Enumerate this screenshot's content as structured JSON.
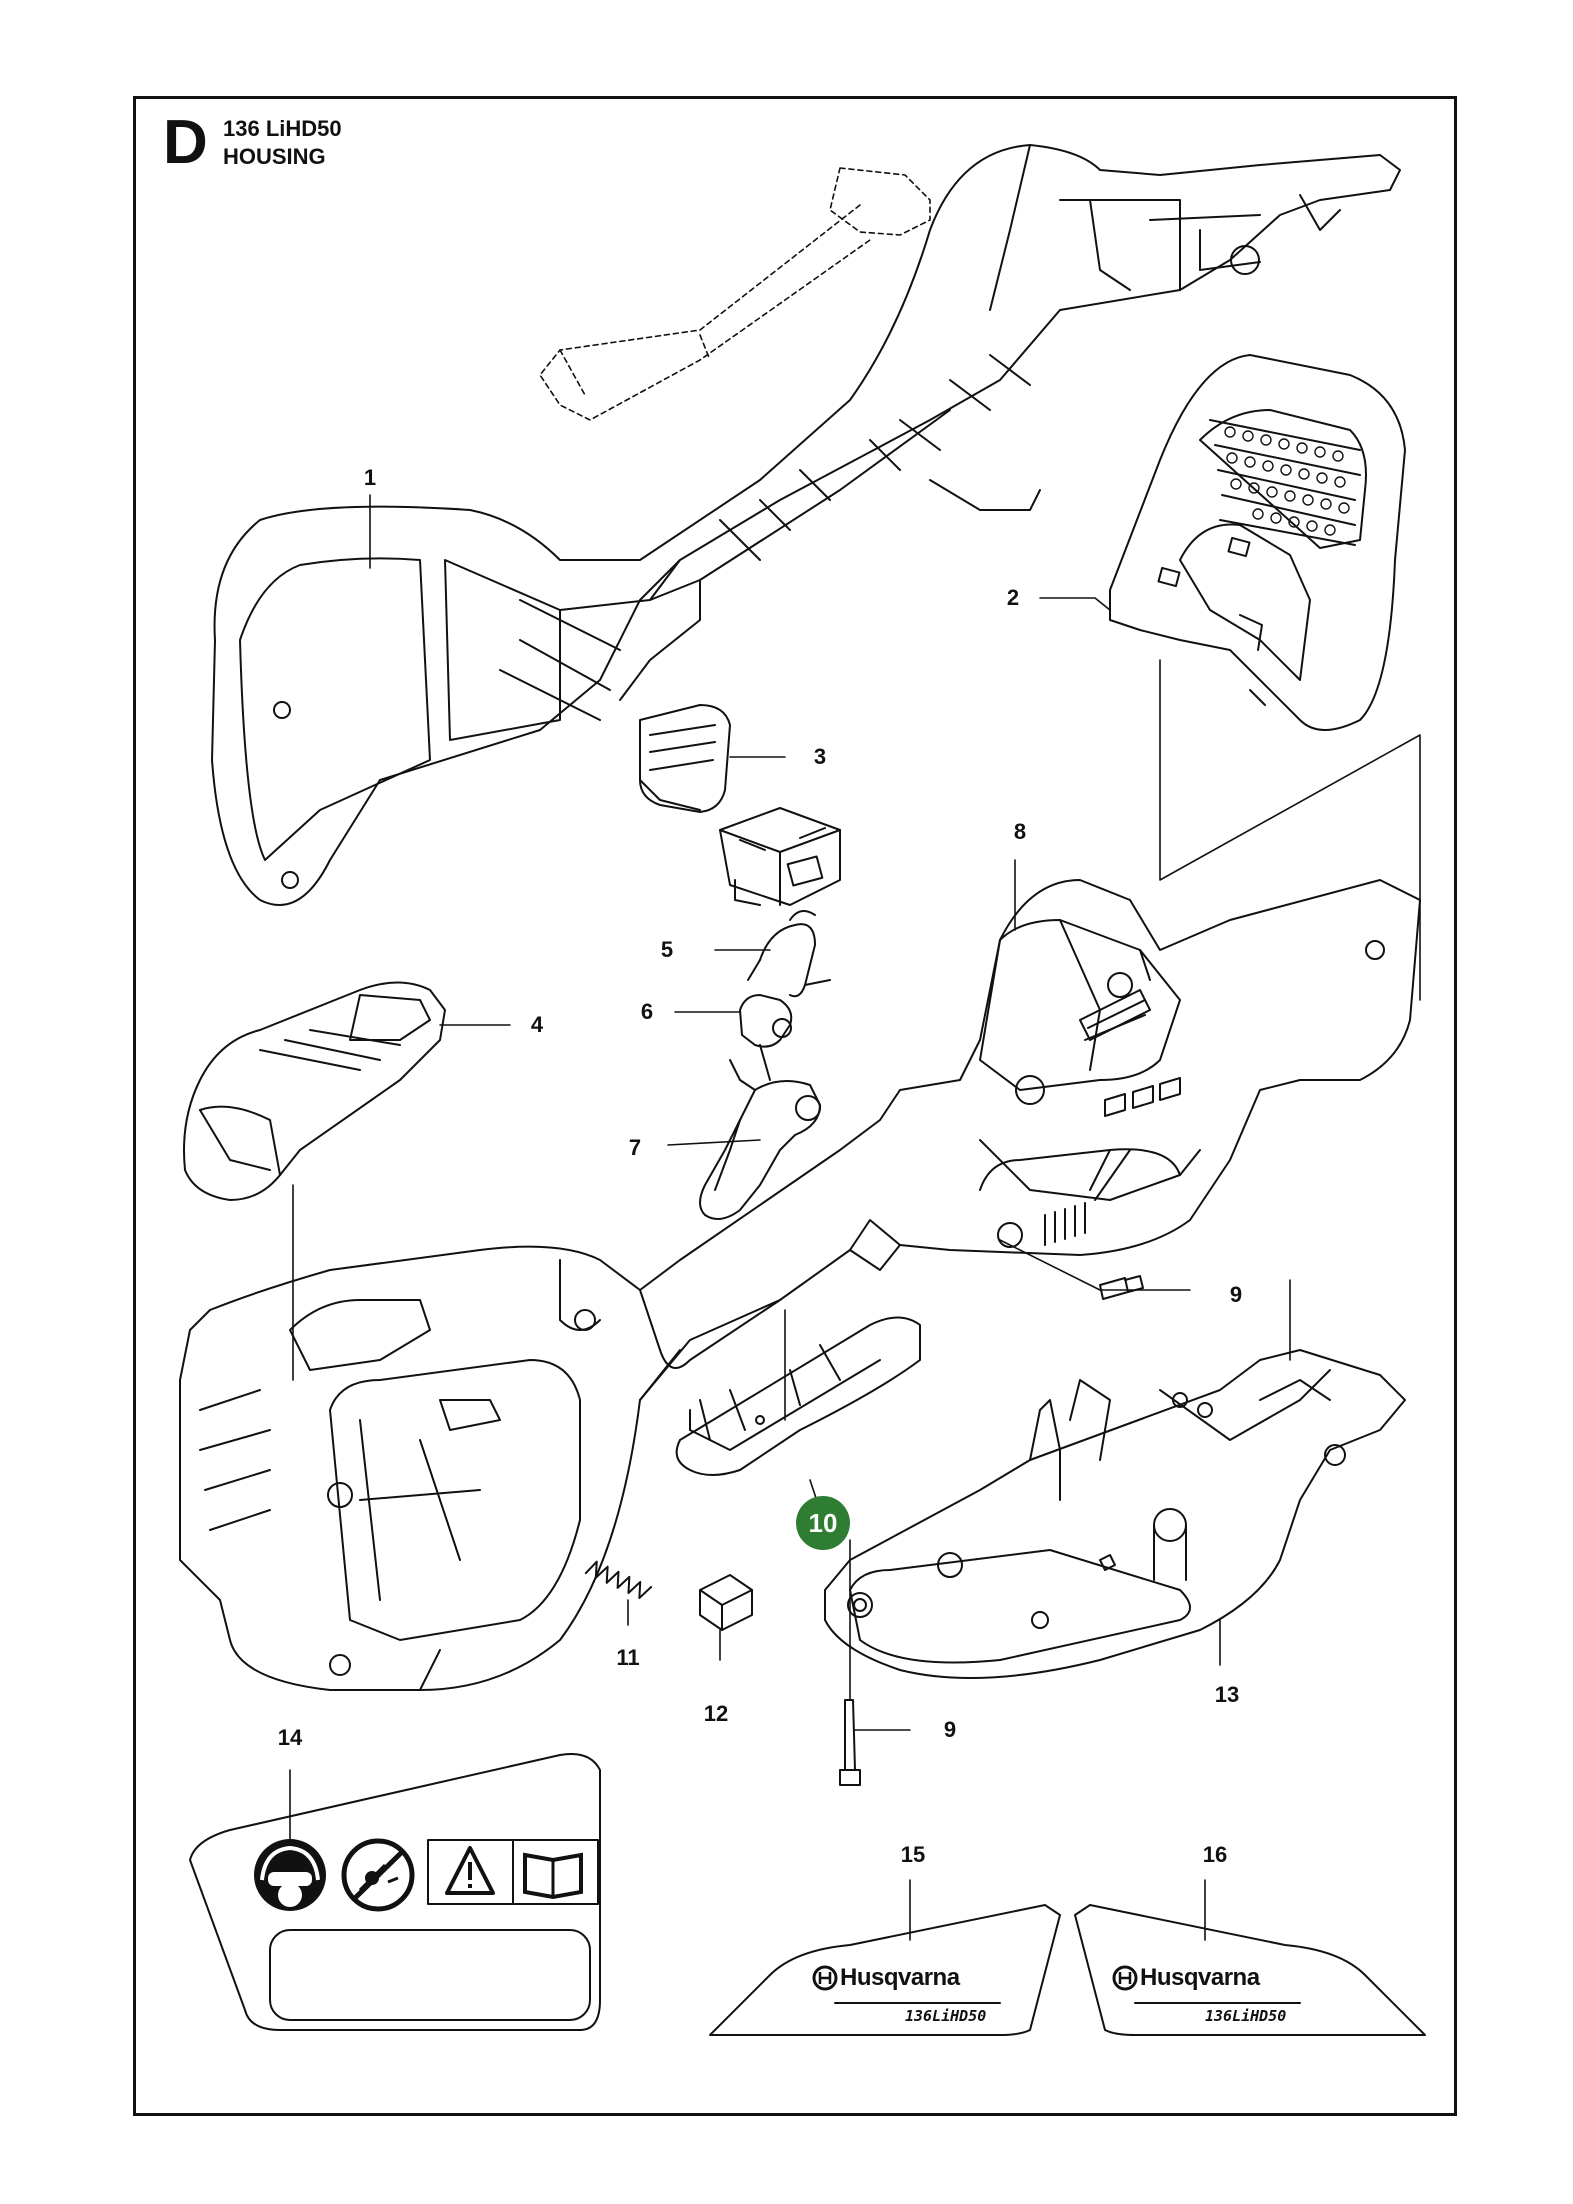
{
  "section": {
    "letter": "D",
    "model": "136 LiHD50",
    "title": "HOUSING"
  },
  "callouts": [
    {
      "id": "1",
      "label": "1"
    },
    {
      "id": "2",
      "label": "2"
    },
    {
      "id": "3",
      "label": "3"
    },
    {
      "id": "4",
      "label": "4"
    },
    {
      "id": "5",
      "label": "5"
    },
    {
      "id": "6",
      "label": "6"
    },
    {
      "id": "7",
      "label": "7"
    },
    {
      "id": "8",
      "label": "8"
    },
    {
      "id": "9a",
      "label": "9"
    },
    {
      "id": "9b",
      "label": "9"
    },
    {
      "id": "10",
      "label": "10",
      "highlighted": true
    },
    {
      "id": "11",
      "label": "11"
    },
    {
      "id": "12",
      "label": "12"
    },
    {
      "id": "13",
      "label": "13"
    },
    {
      "id": "14",
      "label": "14"
    },
    {
      "id": "15",
      "label": "15"
    },
    {
      "id": "16",
      "label": "16"
    }
  ],
  "decals": {
    "brand": "Husqvarna",
    "model_tag": "136LiHD50"
  },
  "icons": [
    "ear-eye-protection-icon",
    "no-bystanders-icon",
    "warning-triangle-icon",
    "read-manual-icon",
    "husqvarna-logo-icon"
  ],
  "colors": {
    "highlight": "#2f7d32",
    "line": "#111111"
  }
}
